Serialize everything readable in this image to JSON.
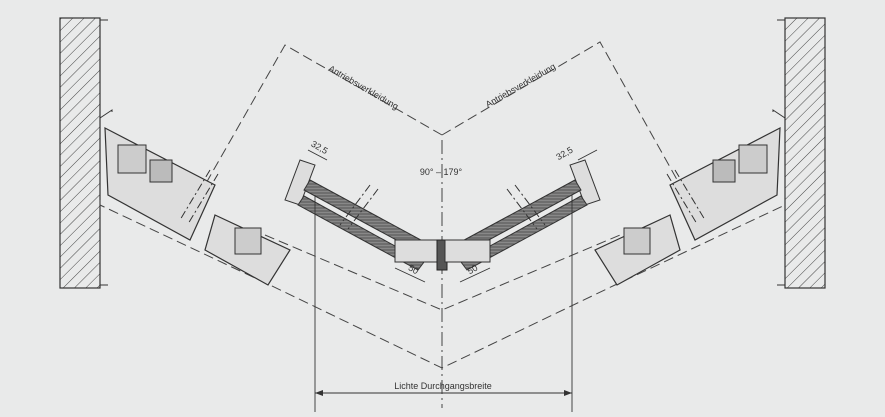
{
  "labels": {
    "cover_left": "Antriebsverkleidung",
    "cover_right": "Antriebsverkleidung",
    "angle": "90° – 179°",
    "dim_profile_left": "32,5",
    "dim_profile_right": "32,5",
    "dim_center_left": "50",
    "dim_center_right": "50",
    "clear_width": "Lichte Durchgangsbreite"
  },
  "colors": {
    "background": "#e9eaea",
    "line": "#3a3a3a",
    "glass": "#6b6b6b"
  }
}
